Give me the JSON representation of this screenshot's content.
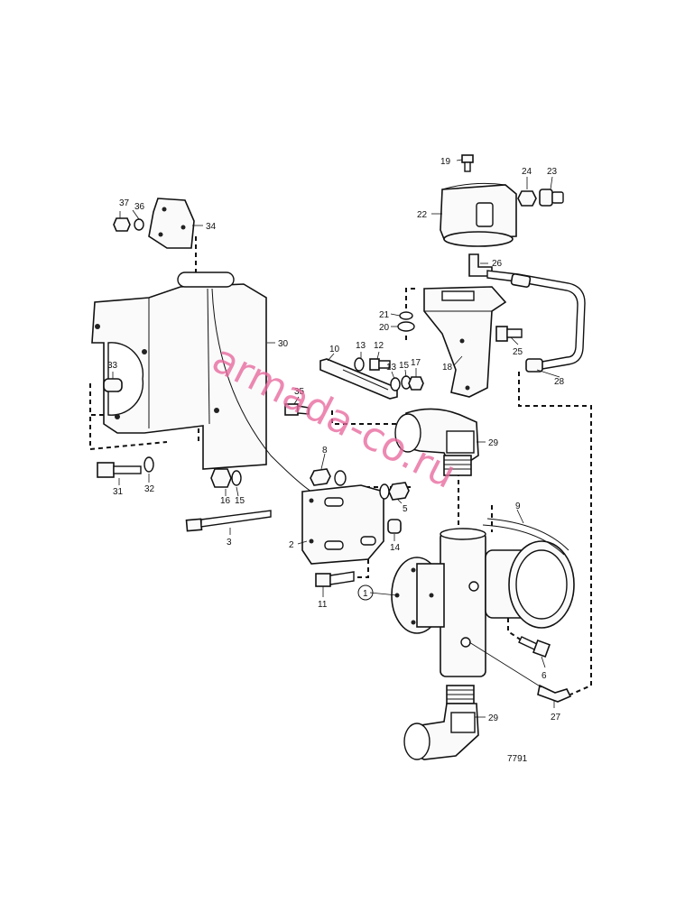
{
  "watermark": "armada-co.ru",
  "drawing_number": "7791",
  "colors": {
    "ink": "#111111",
    "watermark": "#e8689d",
    "background": "#ffffff"
  },
  "labels": {
    "l1": "1",
    "l2": "2",
    "l3": "3",
    "l5": "5",
    "l6": "6",
    "l8": "8",
    "l9": "9",
    "l10": "10",
    "l11": "11",
    "l12": "12",
    "l13a": "13",
    "l13b": "13",
    "l14": "14",
    "l15a": "15",
    "l15b": "15",
    "l16": "16",
    "l17": "17",
    "l18": "18",
    "l19": "19",
    "l20": "20",
    "l21": "21",
    "l22": "22",
    "l23": "23",
    "l24": "24",
    "l25": "25",
    "l26": "26",
    "l27": "27",
    "l28": "28",
    "l29a": "29",
    "l29b": "29",
    "l30": "30",
    "l31": "31",
    "l32": "32",
    "l33": "33",
    "l34": "34",
    "l35": "35",
    "l36": "36",
    "l37": "37"
  }
}
